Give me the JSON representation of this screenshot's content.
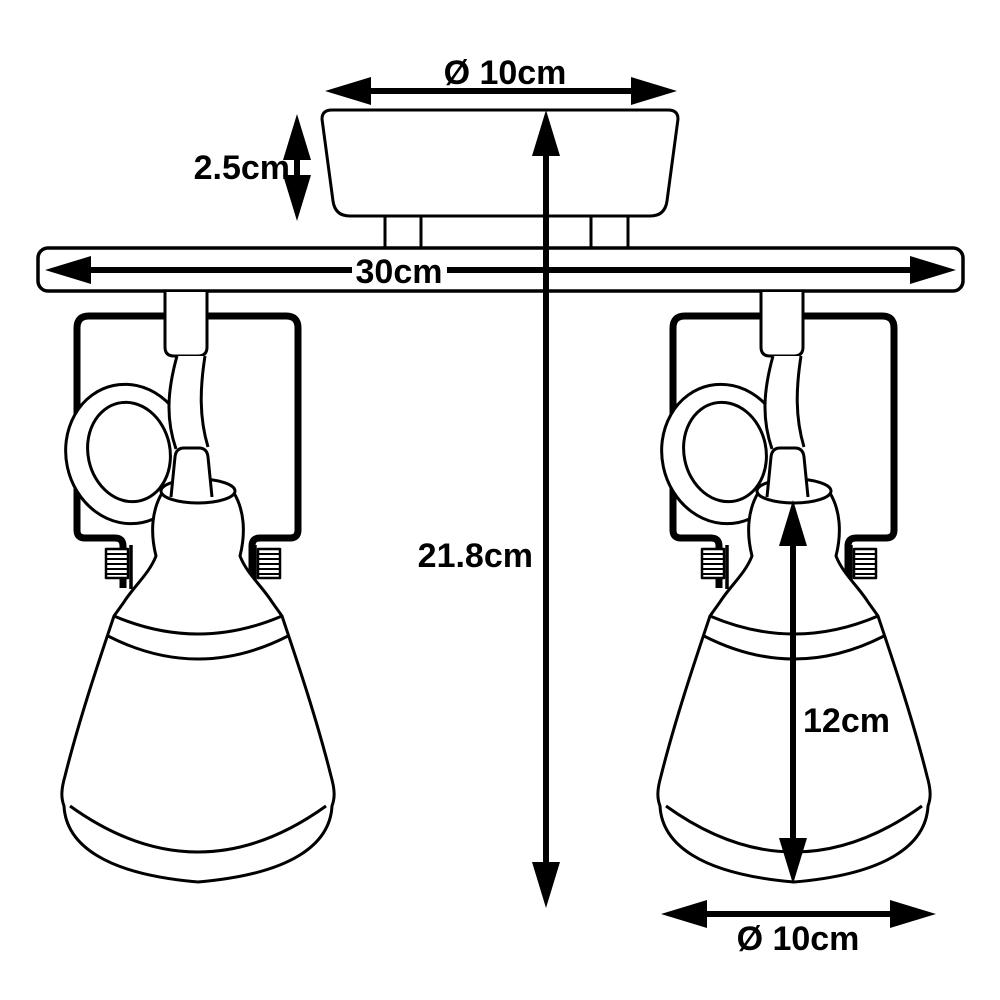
{
  "diagram": {
    "background_color": "#ffffff",
    "line_color": "#000000",
    "labels": {
      "canopy_diameter": "Ø 10cm",
      "canopy_height": "2.5cm",
      "bar_length": "30cm",
      "overall_height": "21.8cm",
      "shade_height": "12cm",
      "shade_diameter": "Ø 10cm"
    }
  }
}
